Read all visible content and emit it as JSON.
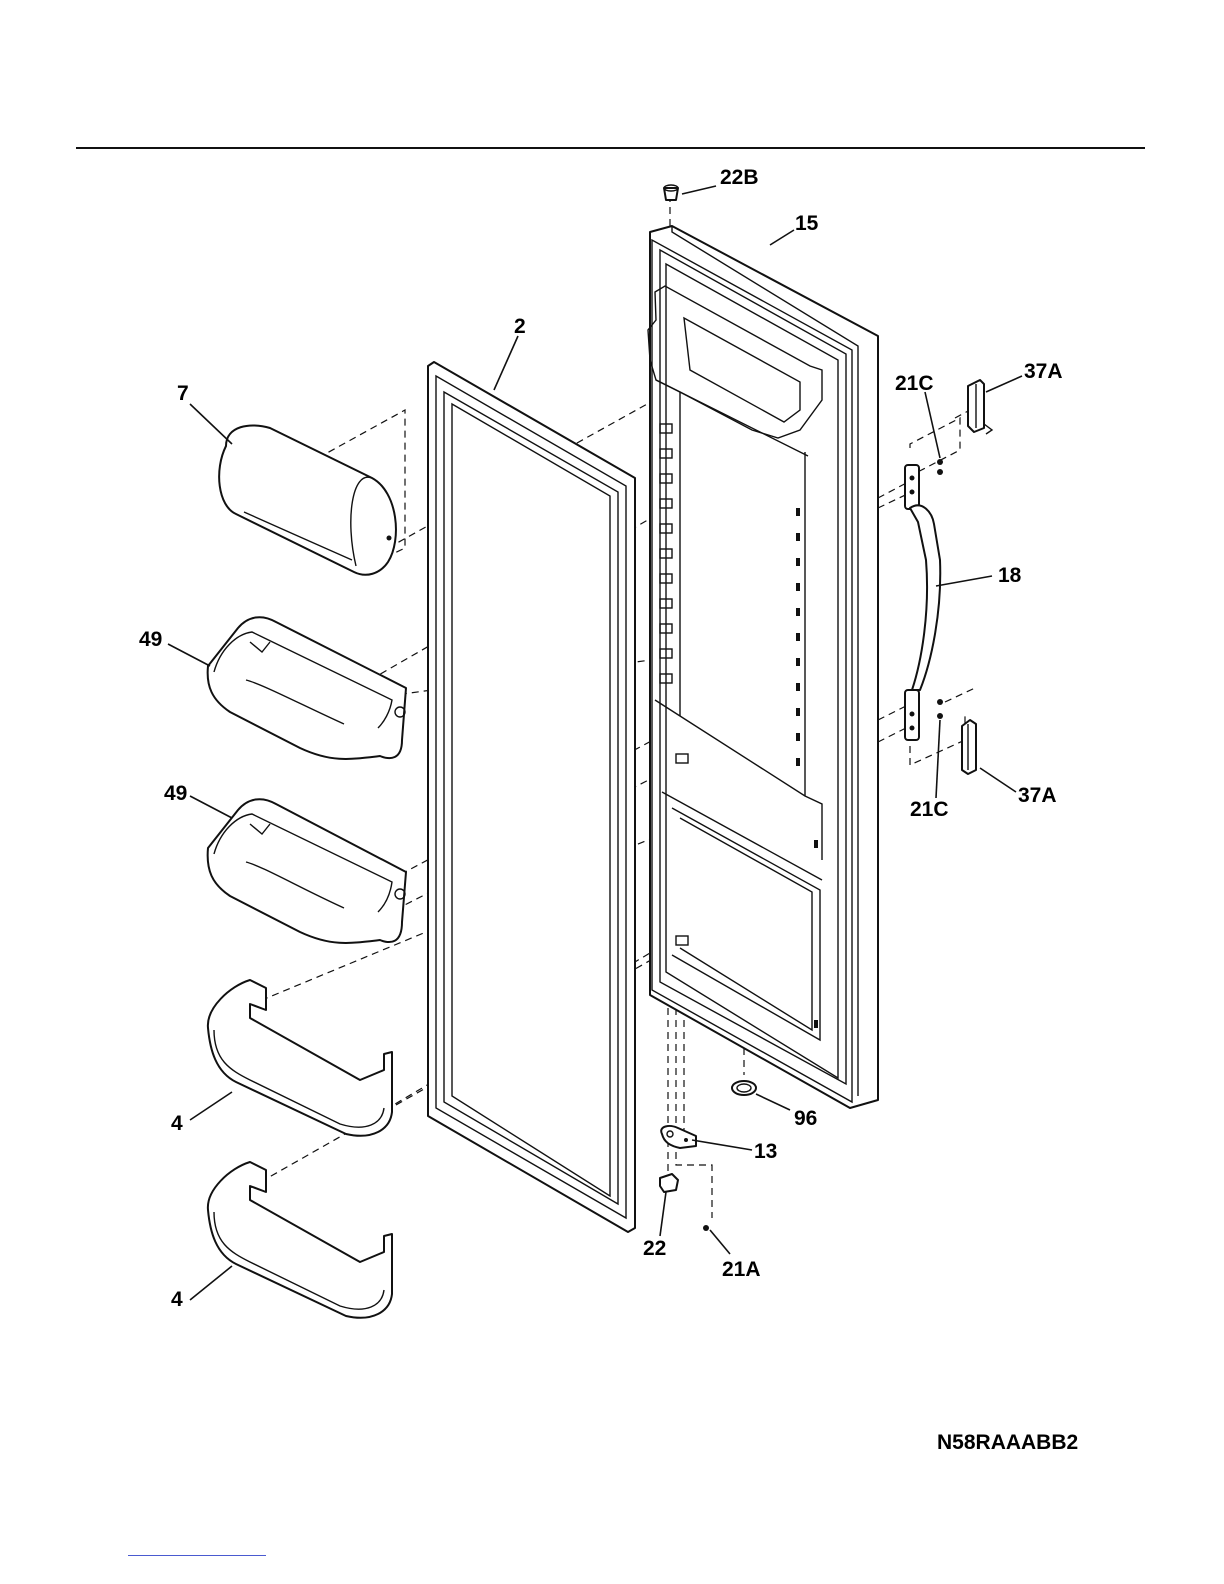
{
  "diagram": {
    "model_code": "N58RAAABB2",
    "labels": {
      "p22B": "22B",
      "p15": "15",
      "p2": "2",
      "p7": "7",
      "p21C_top": "21C",
      "p37A_top": "37A",
      "p18": "18",
      "p49_a": "49",
      "p49_b": "49",
      "p21C_bottom": "21C",
      "p37A_bottom": "37A",
      "p4_a": "4",
      "p4_b": "4",
      "p96": "96",
      "p13": "13",
      "p22": "22",
      "p21A": "21A"
    }
  },
  "colors": {
    "line": "#111111",
    "background": "#ffffff",
    "link": "#4a5ad0"
  }
}
